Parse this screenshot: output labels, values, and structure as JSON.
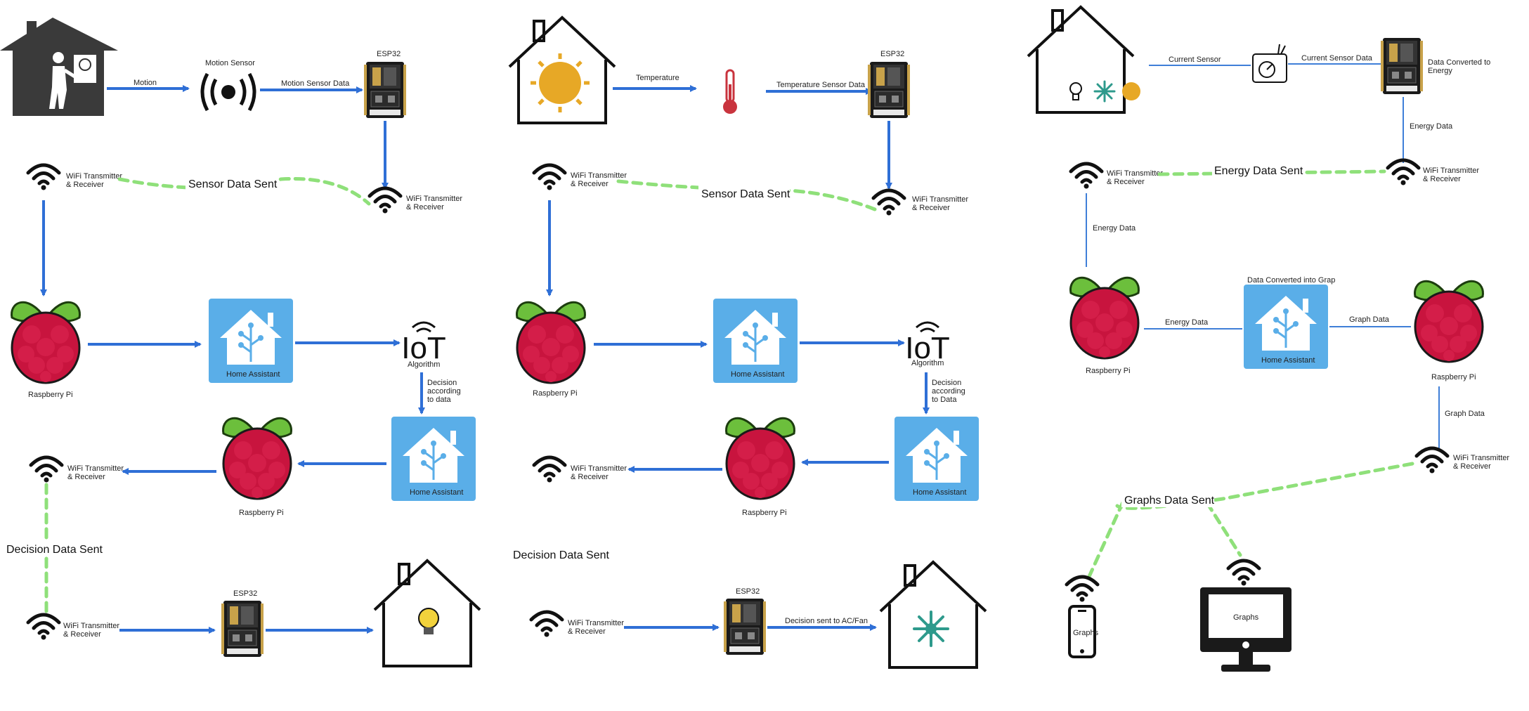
{
  "panel1": {
    "motion": "Motion",
    "motion_sensor": "Motion Sensor",
    "motion_sensor_data": "Motion Sensor Data",
    "esp32_top": "ESP32",
    "wifi_tr_left": "WiFi Transmitter\n& Receiver",
    "wifi_tr_right": "WiFi Transmitter\n& Receiver",
    "sensor_data_sent": "Sensor Data Sent",
    "raspberry_pi_1": "Raspberry Pi",
    "home_assistant_1": "Home Assistant",
    "algorithm": "Algorithm",
    "decision": "Decision\naccording\nto data",
    "home_assistant_2": "Home Assistant",
    "raspberry_pi_2": "Raspberry Pi",
    "wifi_tr_mid": "WiFi Transmitter\n& Receiver",
    "decision_data_sent": "Decision Data Sent",
    "wifi_tr_bottom": "WiFi Transmitter\n& Receiver",
    "esp32_bottom": "ESP32"
  },
  "panel2": {
    "temperature": "Temperature",
    "temperature_sensor_data": "Temperature Sensor Data",
    "esp32_top": "ESP32",
    "wifi_tr_left": "WiFi Transmitter\n& Receiver",
    "wifi_tr_right": "WiFi Transmitter\n& Receiver",
    "sensor_data_sent": "Sensor Data Sent",
    "raspberry_pi_1": "Raspberry Pi",
    "home_assistant_1": "Home Assistant",
    "algorithm": "Algorithm",
    "decision": "Decision\naccording\nto Data",
    "home_assistant_2": "Home Assistant",
    "raspberry_pi_2": "Raspberry Pi",
    "wifi_tr_mid": "WiFi Transmitter\n& Receiver",
    "decision_data_sent": "Decision Data Sent",
    "wifi_tr_bottom": "WiFi Transmitter\n& Receiver",
    "esp32_bottom": "ESP32",
    "decision_sent": "Decision sent to AC/Fan"
  },
  "panel3": {
    "current_sensor": "Current Sensor",
    "current_sensor_data": "Current Sensor Data",
    "data_converted_energy": "Data Converted to\nEnergy",
    "energy_data_1": "Energy Data",
    "wifi_tr_left": "WiFi Transmitter\n& Receiver",
    "wifi_tr_right": "WiFi Transmitter\n& Receiver",
    "energy_data_sent": "Energy Data Sent",
    "energy_data_2": "Energy Data",
    "data_converted_graph": "Data Converted into Grap",
    "energy_data_3": "Energy Data",
    "graph_data_1": "Graph Data",
    "raspberry_pi_1": "Raspberry Pi",
    "home_assistant": "Home Assistant",
    "raspberry_pi_2": "Raspberry Pi",
    "graph_data_2": "Graph Data",
    "wifi_tr_bottom": "WiFi Transmitter\n& Receiver",
    "graphs_data_sent": "Graphs Data Sent",
    "phone_graphs": "Graphs",
    "monitor_graphs": "Graphs"
  },
  "colors": {
    "arrow": "#2f6fd6",
    "dashed": "#8fe07a",
    "home_assistant": "#5aaee8",
    "raspberry": "#c8143e",
    "leaf": "#6cbf3c"
  }
}
